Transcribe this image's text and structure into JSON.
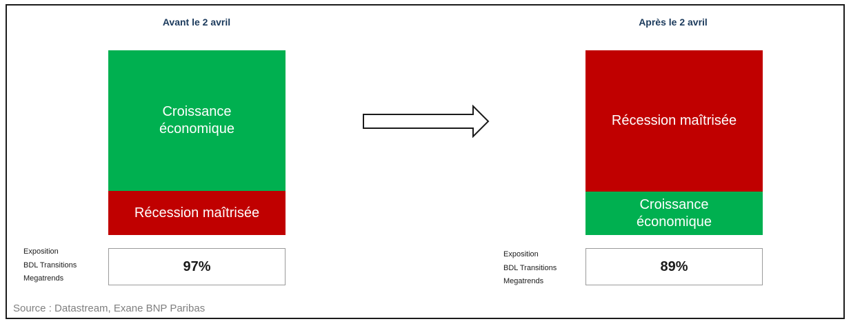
{
  "source": "Source : Datastream, Exane BNP Paribas",
  "colors": {
    "growth": "#00b050",
    "recession": "#c00000",
    "title": "#1b3a5c"
  },
  "before": {
    "title": "Avant le 2 avril",
    "top_block": {
      "label_line1": "Croissance",
      "label_line2": "économique"
    },
    "bottom_block": {
      "label": "Récession maîtrisée"
    },
    "exposure_label": [
      "Exposition",
      "BDL Transitions",
      "Megatrends"
    ],
    "exposure_value": "97%"
  },
  "after": {
    "title": "Après le 2 avril",
    "top_block": {
      "label": "Récession maîtrisée"
    },
    "bottom_block": {
      "label_line1": "Croissance",
      "label_line2": "économique"
    },
    "exposure_label": [
      "Exposition",
      "BDL Transitions",
      "Megatrends"
    ],
    "exposure_value": "89%"
  },
  "arrow_icon": "right-arrow-icon"
}
